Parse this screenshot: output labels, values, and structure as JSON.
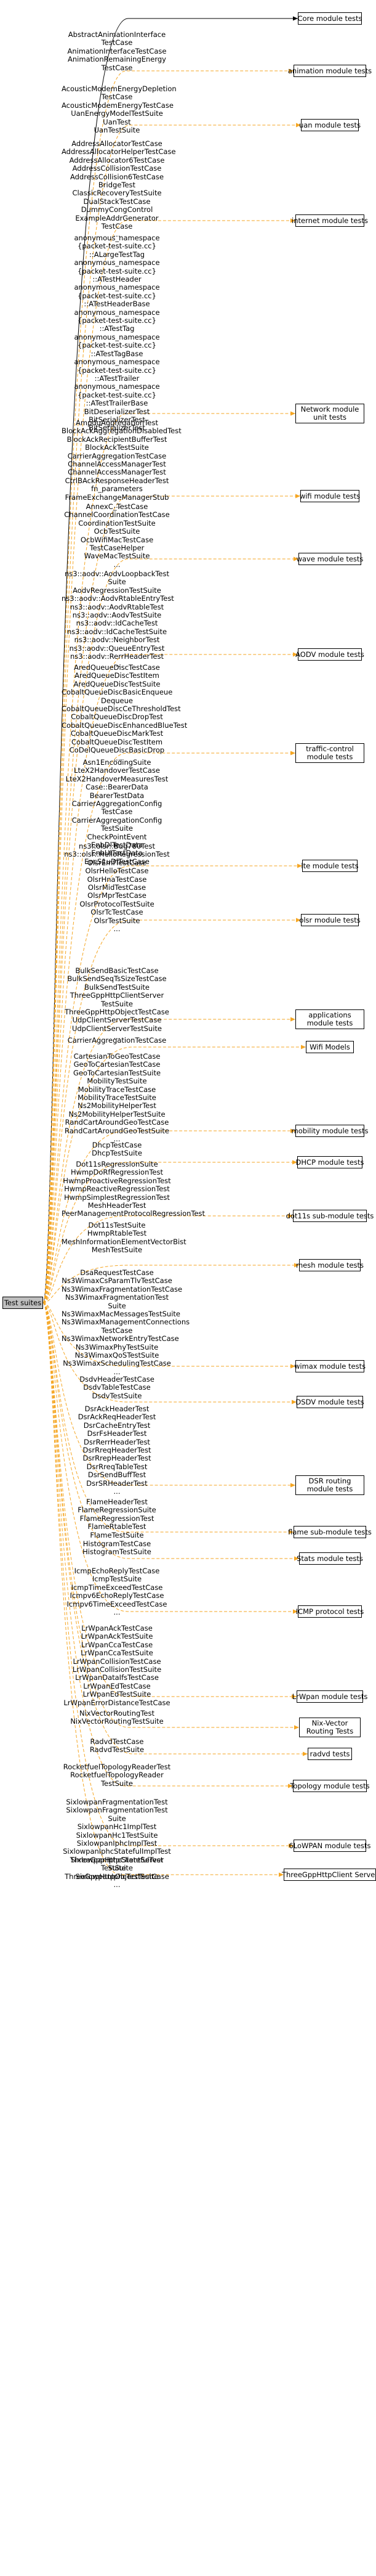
{
  "root": {
    "label": "Test suites"
  },
  "colors": {
    "solid_edge": "#000000",
    "dashed_edge": "#f5a623",
    "root_fill": "#bfbfbf",
    "node_fill": "#ffffff"
  },
  "modules": [
    {
      "name": "Core module tests",
      "edge": "solid",
      "tests": []
    },
    {
      "name": "animation module tests",
      "edge": "dashed",
      "tests": [
        "AbstractAnimationInterface",
        "TestCase",
        "AnimationInterfaceTestCase",
        "AnimationRemainingEnergy",
        "TestCase"
      ]
    },
    {
      "name": "uan module tests",
      "edge": "dashed",
      "tests": [
        "AcousticModemEnergyDepletion",
        "TestCase",
        "AcousticModemEnergyTestCase",
        "UanEnergyModelTestSuite",
        "UanTest",
        "UanTestSuite"
      ]
    },
    {
      "name": "internet module tests",
      "edge": "dashed",
      "tests": [
        "AddressAllocatorTestCase",
        "AddressAllocatorHelperTestCase",
        "AddressAllocator6TestCase",
        "AddressCollisionTestCase",
        "AddressCollision6TestCase",
        "BridgeTest",
        "ClassicRecoveryTestSuite",
        "DualStackTestCase",
        "DummyCongControl",
        "ExampleAddrGenerator",
        "TestCase",
        "..."
      ]
    },
    {
      "name": "Network module unit tests",
      "edge": "dashed",
      "tests": [
        "anonymous_namespace",
        "{packet-test-suite.cc}",
        "::ALargeTestTag",
        "anonymous_namespace",
        "{packet-test-suite.cc}",
        "::ATestHeader",
        "anonymous_namespace",
        "{packet-test-suite.cc}",
        "::ATestHeaderBase",
        "anonymous_namespace",
        "{packet-test-suite.cc}",
        "::ATestTag",
        "anonymous_namespace",
        "{packet-test-suite.cc}",
        "::ATestTagBase",
        "anonymous_namespace",
        "{packet-test-suite.cc}",
        "::ATestTrailer",
        "anonymous_namespace",
        "{packet-test-suite.cc}",
        "::ATestTrailerBase",
        "BitDeserializerTest",
        "BitSerializerTest",
        "BitSerializerTest",
        "..."
      ]
    },
    {
      "name": "wifi module tests",
      "edge": "dashed",
      "tests": [
        "AmpduAggregationTest",
        "BlockAckAggregationDisabledTest",
        "BlockAckRecipientBufferTest",
        "BlockAckTestSuite",
        "CarrierAggregationTestCase",
        "ChannelAccessManagerTest",
        "ChannelAccessManagerTest",
        "CtrlBAckResponseHeaderTest",
        "fn_parameters",
        "FrameExchangeManagerStub",
        "..."
      ]
    },
    {
      "name": "wave module tests",
      "edge": "dashed",
      "tests": [
        "AnnexC_TestCase",
        "ChannelCoordinationTestCase",
        "CoordinationTestSuite",
        "OcbTestSuite",
        "OcbWifiMacTestCase",
        "TestCaseHelper",
        "WaveMacTestSuite",
        "..."
      ]
    },
    {
      "name": "AODV module tests",
      "edge": "dashed",
      "tests": [
        "ns3::aodv::AodvLoopbackTest",
        "Suite",
        "AodvRegressionTestSuite",
        "ns3::aodv::AodvRtableEntryTest",
        "ns3::aodv::AodvRtableTest",
        "ns3::aodv::AodvTestSuite",
        "ns3::aodv::IdCacheTest",
        "ns3::aodv::IdCacheTestSuite",
        "ns3::aodv::NeighborTest",
        "ns3::aodv::QueueEntryTest",
        "ns3::aodv::RerrHeaderTest",
        "..."
      ]
    },
    {
      "name": "traffic-control module tests",
      "edge": "dashed",
      "tests": [
        "AredQueueDiscTestCase",
        "AredQueueDiscTestItem",
        "AredQueueDiscTestSuite",
        "CobaltQueueDiscBasicEnqueue",
        "Dequeue",
        "CobaltQueueDiscCeThresholdTest",
        "CobaltQueueDiscDropTest",
        "CobaltQueueDiscEnhancedBlueTest",
        "CobaltQueueDiscMarkTest",
        "CobaltQueueDiscTestItem",
        "CoDelQueueDiscBasicDrop",
        "..."
      ]
    },
    {
      "name": "lte module tests",
      "edge": "dashed",
      "tests": [
        "Asn1EncodingSuite",
        "LteX2HandoverTestCase",
        "LteX2HandoverMeasuresTest",
        "Case::BearerData",
        "BearerTestData",
        "CarrierAggregationConfig",
        "TestCase",
        "CarrierAggregationConfig",
        "TestSuite",
        "CheckPointEvent",
        "EnbDlTestData",
        "EnbUlTestData",
        "EpcS1uDlTestCase",
        "..."
      ]
    },
    {
      "name": "olsr module tests",
      "edge": "dashed",
      "tests": [
        "ns3::olsr::Bug780Test",
        "ns3::olsr::HelloRegressionTest",
        "OlsrEmfTestCase",
        "OlsrHelloTestCase",
        "OlsrHnaTestCase",
        "OlsrMidTestCase",
        "OlsrMprTestCase",
        "OlsrProtocolTestSuite",
        "OlsrTcTestCase",
        "OlsrTestSuite",
        "..."
      ]
    },
    {
      "name": "applications module tests",
      "edge": "dashed",
      "tests": [
        "BulkSendBasicTestCase",
        "BulkSendSeqTsSizeTestCase",
        "BulkSendTestSuite",
        "ThreeGppHttpClientServer",
        "TestSuite",
        "ThreeGppHttpObjectTestCase",
        "UdpClientServerTestCase",
        "UdpClientServerTestSuite",
        "..."
      ]
    },
    {
      "name": "Wifi Models",
      "edge": "dashed",
      "tests": [
        "CarrierAggregationTestCase"
      ]
    },
    {
      "name": "mobility module tests",
      "edge": "dashed",
      "tests": [
        "CartesianToGeoTestCase",
        "GeoToCartesianTestCase",
        "GeoToCartesianTestSuite",
        "MobilityTestSuite",
        "MobilityTraceTestCase",
        "MobilityTraceTestSuite",
        "Ns2MobilityHelperTest",
        "Ns2MobilityHelperTestSuite",
        "RandCartAroundGeoTestCase",
        "RandCartAroundGeoTestSuite",
        "..."
      ]
    },
    {
      "name": "DHCP module tests",
      "edge": "dashed",
      "tests": [
        "DhcpTestCase",
        "DhcpTestSuite"
      ]
    },
    {
      "name": "dot11s sub-module tests",
      "edge": "dashed",
      "tests": [
        "Dot11sRegressionSuite",
        "HwmpDoRfRegressionTest",
        "HwmpProactiveRegressionTest",
        "HwmpReactiveRegressionTest",
        "HwmpSimplestRegressionTest",
        "MeshHeaderTest",
        "PeerManagementProtocolRegressionTest"
      ]
    },
    {
      "name": "mesh module tests",
      "edge": "dashed",
      "tests": [
        "Dot11sTestSuite",
        "HwmpRtableTest",
        "MeshInformationElementVectorBist",
        "MeshTestSuite"
      ]
    },
    {
      "name": "wimax module tests",
      "edge": "dashed",
      "tests": [
        "DsaRequestTestCase",
        "Ns3WimaxCsParamTlvTestCase",
        "Ns3WimaxFragmentationTestCase",
        "Ns3WimaxFragmentationTest",
        "Suite",
        "Ns3WimaxMacMessagesTestSuite",
        "Ns3WimaxManagementConnections",
        "TestCase",
        "Ns3WimaxNetworkEntryTestCase",
        "Ns3WimaxPhyTestSuite",
        "Ns3WimaxQoSTestSuite",
        "Ns3WimaxSchedulingTestCase",
        "..."
      ]
    },
    {
      "name": "DSDV module tests",
      "edge": "dashed",
      "tests": [
        "DsdvHeaderTestCase",
        "DsdvTableTestCase",
        "DsdvTestSuite"
      ]
    },
    {
      "name": "DSR routing module tests",
      "edge": "dashed",
      "tests": [
        "DsrAckHeaderTest",
        "DsrAckReqHeaderTest",
        "DsrCacheEntryTest",
        "DsrFsHeaderTest",
        "DsrRerrHeaderTest",
        "DsrRreqHeaderTest",
        "DsrRrepHeaderTest",
        "DsrRreqTableTest",
        "DsrSendBuffTest",
        "DsrSRHeaderTest",
        "..."
      ]
    },
    {
      "name": "flame sub-module tests",
      "edge": "dashed",
      "tests": [
        "FlameHeaderTest",
        "FlameRegressionSuite",
        "FlameRegressionTest",
        "FlameRtableTest",
        "FlameTestSuite"
      ]
    },
    {
      "name": "Stats module tests",
      "edge": "dashed",
      "tests": [
        "HistogramTestCase",
        "HistogramTestSuite"
      ]
    },
    {
      "name": "ICMP protocol tests",
      "edge": "dashed",
      "tests": [
        "IcmpEchoReplyTestCase",
        "IcmpTestSuite",
        "IcmpTimeExceedTestCase",
        "Icmpv6EchoReplyTestCase",
        "Icmpv6TimeExceedTestCase",
        "..."
      ]
    },
    {
      "name": "LrWpan module tests",
      "edge": "dashed",
      "tests": [
        "LrWpanAckTestCase",
        "LrWpanAckTestSuite",
        "LrWpanCcaTestCase",
        "LrWpanCcaTestSuite",
        "LrWpanCollisionTestCase",
        "LrWpanCollisionTestSuite",
        "LrWpanDataIfsTestCase",
        "LrWpanEdTestCase",
        "LrWpanEdTestSuite",
        "LrWpanErrorDistanceTestCase",
        "..."
      ]
    },
    {
      "name": "Nix-Vector Routing Tests",
      "edge": "dashed",
      "tests": [
        "NixVectorRoutingTest",
        "NixVectorRoutingTestSuite"
      ]
    },
    {
      "name": "radvd tests",
      "edge": "dashed",
      "tests": [
        "RadvdTestCase",
        "RadvdTestSuite"
      ]
    },
    {
      "name": "Topology module tests",
      "edge": "dashed",
      "tests": [
        "RocketfuelTopologyReaderTest",
        "RocketfuelTopologyReader",
        "TestSuite"
      ]
    },
    {
      "name": "6LoWPAN module tests",
      "edge": "dashed",
      "tests": [
        "SixlowpanFragmentationTest",
        "SixlowpanFragmentationTest",
        "Suite",
        "SixlowpanHc1ImplTest",
        "SixlowpanHc1TestSuite",
        "SixlowpanIphcImplTest",
        "SixlowpanIphcStatefulImplTest",
        "SixlowpanIphcStatefulTest",
        "Suite",
        "SixlowpanIphcTestSuite",
        "..."
      ]
    },
    {
      "name": "ThreeGppHttpClient Server",
      "edge": "dashed",
      "tests": [
        "ThreeGppHttpClientServer",
        "TestSuite",
        "ThreeGppHttpObjectTestCase"
      ]
    }
  ]
}
